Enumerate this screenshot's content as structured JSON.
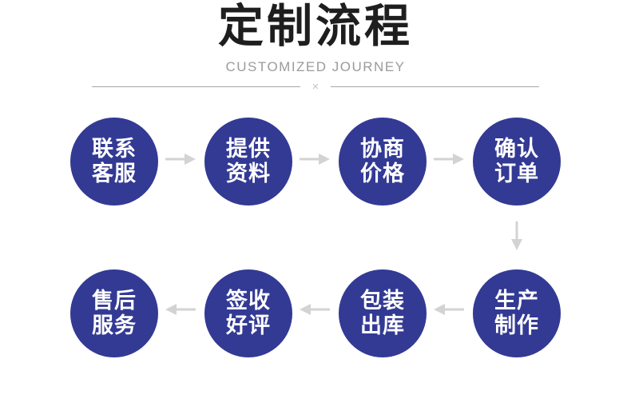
{
  "header": {
    "title": "定制流程",
    "subtitle": "CUSTOMIZED JOURNEY",
    "divider_symbol": "×"
  },
  "flow": {
    "steps": [
      {
        "line1": "联系",
        "line2": "客服"
      },
      {
        "line1": "提供",
        "line2": "资料"
      },
      {
        "line1": "协商",
        "line2": "价格"
      },
      {
        "line1": "确认",
        "line2": "订单"
      },
      {
        "line1": "生产",
        "line2": "制作"
      },
      {
        "line1": "包装",
        "line2": "出库"
      },
      {
        "line1": "签收",
        "line2": "好评"
      },
      {
        "line1": "售后",
        "line2": "服务"
      }
    ]
  },
  "icons": {
    "arrow_right": "→",
    "arrow_down": "↓",
    "arrow_left": "←"
  },
  "colors": {
    "circle_fill": "#333a94",
    "circle_text": "#ffffff",
    "arrow": "#d3d3d3",
    "title_text": "#1e1e1e",
    "subtitle_text": "#9b9b9b",
    "divider_line": "#a8a8a8"
  }
}
